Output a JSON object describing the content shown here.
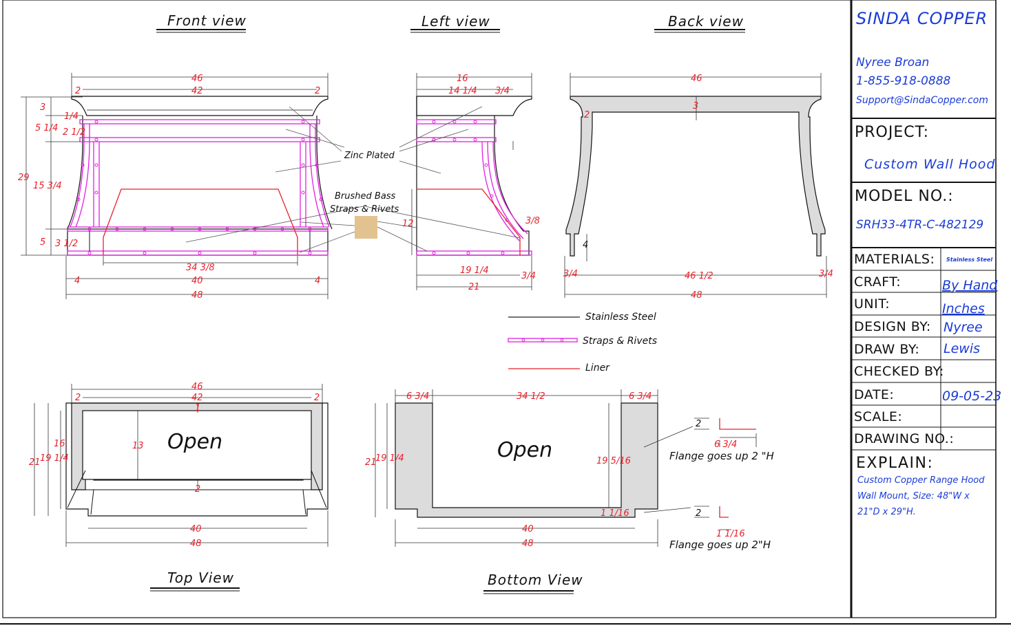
{
  "views": {
    "front": "Front view",
    "left": "Left view",
    "back": "Back view",
    "top": "Top View",
    "bottom": "Bottom View"
  },
  "annotations": {
    "zinc_plated": "Zinc Plated",
    "brushed_1": "Brushed Bass",
    "brushed_2": "Straps & Rivets",
    "open_top": "Open",
    "open_bottom": "Open",
    "flange_1": "Flange goes up 2 \"H",
    "flange_2": "Flange goes up 2\"H"
  },
  "legend": {
    "stainless": "Stainless Steel",
    "straps": "Straps & Rivets",
    "liner": "Liner"
  },
  "dims": {
    "front": {
      "w46": "46",
      "w42": "42",
      "m2l": "2",
      "m2r": "2",
      "h3": "3",
      "q14": "1/4",
      "h514": "5 1/4",
      "h212": "2 1/2",
      "h29": "29",
      "h1534": "15 3/4",
      "h5": "5",
      "h312": "3 1/2",
      "w3438": "34 3/8",
      "w40": "40",
      "w48": "48",
      "m4l": "4",
      "m4r": "4"
    },
    "left": {
      "w16": "16",
      "w1414": "14 1/4",
      "w34": "3/4",
      "h12": "12",
      "d38": "3/8",
      "w1914": "19 1/4",
      "w34b": "3/4",
      "w21": "21"
    },
    "back": {
      "w46": "46",
      "h3": "3",
      "m2": "2",
      "h4": "4",
      "w3412l": "3/4",
      "w4612": "46 1/2",
      "w34r": "3/4",
      "w48": "48"
    },
    "top": {
      "w46": "46",
      "w42": "42",
      "m2l": "2",
      "m2r": "2",
      "h1": "1",
      "h13": "13",
      "h2": "2",
      "h16": "16",
      "h21": "21",
      "h1914": "19 1/4",
      "w40": "40",
      "w48": "48"
    },
    "bottom": {
      "w634l": "6 3/4",
      "w3412": "34 1/2",
      "w634r": "6 3/4",
      "h21": "21",
      "h1914": "19 1/4",
      "h19516": "19 5/16",
      "h11116": "1 1/16",
      "w40": "40",
      "w48": "48",
      "f2a": "2",
      "f634": "6 3/4",
      "f2b": "2",
      "f1116": "1 1/16"
    }
  },
  "title_block": {
    "company": "SINDA COPPER",
    "contact_name": "Nyree Broan",
    "phone": "1-855-918-0888",
    "email": "Support@SindaCopper.com",
    "project_label": "PROJECT:",
    "project_value": "Custom Wall Hood",
    "model_label": "MODEL NO.:",
    "model_value": "SRH33-4TR-C-482129",
    "rows": [
      {
        "label": "MATERIALS:",
        "value": "Stainless Steel"
      },
      {
        "label": "CRAFT:",
        "value": "By Hand"
      },
      {
        "label": "UNIT:",
        "value": "Inches"
      },
      {
        "label": "DESIGN BY:",
        "value": "Nyree"
      },
      {
        "label": "DRAW BY:",
        "value": "Lewis"
      },
      {
        "label": "CHECKED BY:",
        "value": ""
      },
      {
        "label": "DATE:",
        "value": "09-05-23"
      },
      {
        "label": "SCALE:",
        "value": ""
      },
      {
        "label": "DRAWING NO.:",
        "value": ""
      }
    ],
    "explain_label": "EXPLAIN:",
    "explain_1": "Custom Copper Range Hood",
    "explain_2": "Wall Mount, Size: 48\"W x",
    "explain_3": "21\"D x 29\"H."
  },
  "colors": {
    "stainless": "#222222",
    "straps": "#e21fe2",
    "liner": "#e8202a",
    "fill": "#dcdcdc",
    "brass": "#e2c28e",
    "ink_blue": "#1a3bd6"
  }
}
